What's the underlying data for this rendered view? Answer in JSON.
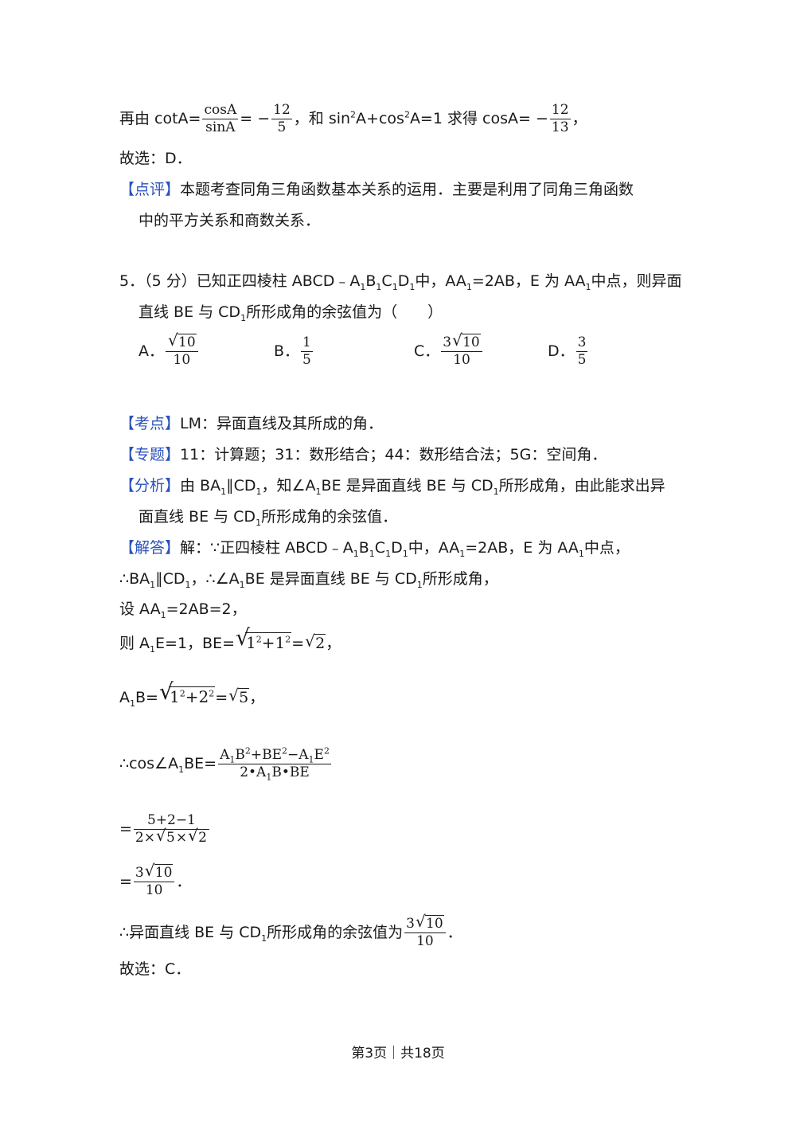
{
  "prev": {
    "l1_pre": "再由 cotA=",
    "f1_num": "cosA",
    "f1_den": "sinA",
    "eq_neg": "= −",
    "f2_num": "12",
    "f2_den": "5",
    "l1_mid": "，和 sin",
    "sq": "2",
    "l1_a": "A+cos",
    "l1_b": "A=1 求得 cosA= −",
    "f3_num": "12",
    "f3_den": "13",
    "l1_end": "，",
    "answer": "故选：D．",
    "review_tag": "【点评】",
    "review_l1": "本题考查同角三角函数基本关系的运用．主要是利用了同角三角函数",
    "review_l2": "中的平方关系和商数关系．"
  },
  "q5": {
    "stem_l1_a": "5．（5 分）已知正四棱柱 ABCD﹣A",
    "s1": "1",
    "stem_l1_b": "B",
    "stem_l1_c": "C",
    "stem_l1_d": "D",
    "stem_l1_e": "中，AA",
    "stem_l1_f": "=2AB，E 为 AA",
    "stem_l1_g": "中点，则异面",
    "stem_l2_a": "直线 BE 与 CD",
    "stem_l2_b": "所形成角的余弦值为（　　）",
    "optA_label": "A．",
    "optA_rad": "10",
    "optA_den": "10",
    "optB_label": "B．",
    "optB_num": "1",
    "optB_den": "5",
    "optC_label": "C．",
    "optC_coef": "3",
    "optC_rad": "10",
    "optC_den": "10",
    "optD_label": "D．",
    "optD_num": "3",
    "optD_den": "5"
  },
  "analysis": {
    "kd_tag": "【考点】",
    "kd_text": "LM：异面直线及其所成的角．",
    "zt_tag": "【专题】",
    "zt_text": "11：计算题；31：数形结合；44：数形结合法；5G：空间角．",
    "fx_tag": "【分析】",
    "fx_a": "由 BA",
    "fx_b": "∥CD",
    "fx_c": "，知∠A",
    "fx_d": "BE 是异面直线 BE 与 CD",
    "fx_e": "所形成角，由此能求出异",
    "fx_l2_a": "面直线 BE 与 CD",
    "fx_l2_b": "所形成角的余弦值．",
    "jd_tag": "【解答】",
    "jd_a": "解：∵正四棱柱 ABCD﹣A",
    "jd_b": "B",
    "jd_c": "C",
    "jd_d": "D",
    "jd_e": "中，AA",
    "jd_f": "=2AB，E 为 AA",
    "jd_g": "中点，",
    "l2_a": "∴BA",
    "l2_b": "∥CD",
    "l2_c": "，∴∠A",
    "l2_d": "BE 是异面直线 BE 与 CD",
    "l2_e": "所形成角，",
    "l3_a": "设 AA",
    "l3_b": "=2AB=2，",
    "l4_a": "则 A",
    "l4_b": "E=1，BE=",
    "l4_rad_a": "1",
    "l4_rad_b": "+1",
    "l4_eq": "=",
    "l4_r2": "2",
    "l4_end": "，",
    "l5_a": "A",
    "l5_b": "B=",
    "l5_rad_a": "1",
    "l5_rad_b": "+2",
    "l5_eq": "=",
    "l5_r5": "5",
    "l5_end": "，",
    "l6_a": "∴cos∠A",
    "l6_b": "BE=",
    "l6_num_a": "A",
    "l6_num_b": "B",
    "l6_num_c": "+BE",
    "l6_num_d": "−A",
    "l6_num_e": "E",
    "l6_den_a": "2•A",
    "l6_den_b": "B•BE",
    "l7_eq": "=",
    "l7_num": "5+2−1",
    "l7_den_a": "2×",
    "l7_den_r1": "5",
    "l7_den_b": "×",
    "l7_den_r2": "2",
    "l8_eq": "=",
    "l8_coef": "3",
    "l8_rad": "10",
    "l8_den": "10",
    "l8_end": "．",
    "l9_a": "∴异面直线 BE 与 CD",
    "l9_b": "所形成角的余弦值为",
    "l9_coef": "3",
    "l9_rad": "10",
    "l9_den": "10",
    "l9_end": "．",
    "answer": "故选：C．"
  },
  "footer": "第3页｜共18页"
}
